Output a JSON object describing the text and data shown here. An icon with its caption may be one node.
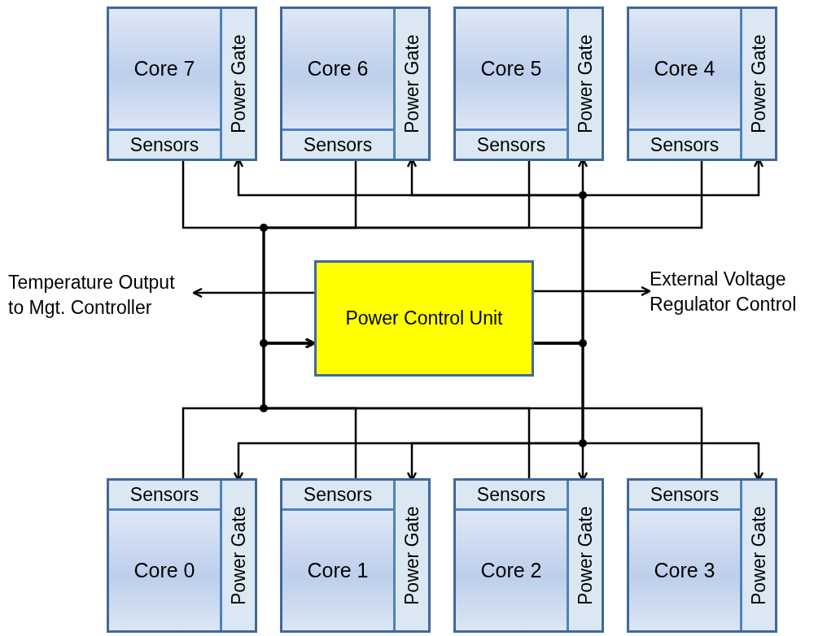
{
  "diagram": {
    "nodes": [
      {
        "text": [],
        "shape": "box"
      },
      {
        "text": [
          "Core 7"
        ],
        "in": 0
      },
      {
        "text": [
          "Sensors"
        ],
        "in": 0
      },
      {
        "text": [
          "Power Gate"
        ],
        "in": 0
      },
      {
        "text": [],
        "shape": "box"
      },
      {
        "text": [
          "Core 6"
        ],
        "in": 4
      },
      {
        "text": [
          "Sensors"
        ],
        "in": 4
      },
      {
        "text": [
          "Power Gate"
        ],
        "in": 4
      },
      {
        "text": [],
        "shape": "box"
      },
      {
        "text": [
          "Core 5"
        ],
        "in": 8
      },
      {
        "text": [
          "Sensors"
        ],
        "in": 8
      },
      {
        "text": [
          "Power Gate"
        ],
        "in": 8
      },
      {
        "text": [],
        "shape": "box"
      },
      {
        "text": [
          "Core 4"
        ],
        "in": 12
      },
      {
        "text": [
          "Sensors"
        ],
        "in": 12
      },
      {
        "text": [
          "Power Gate"
        ],
        "in": 12
      },
      {
        "text": [
          "Temperature Output to Mgt. Controller"
        ]
      },
      {
        "text": [
          "Power Control Unit"
        ]
      },
      {
        "text": [
          "External Voltage Regulator Control"
        ]
      },
      {
        "text": [],
        "shape": "box"
      },
      {
        "text": [
          "Sensors"
        ],
        "in": 19
      },
      {
        "text": [
          "Core 0"
        ],
        "in": 19
      },
      {
        "text": [
          "Power Gate"
        ],
        "in": 19
      },
      {
        "text": [],
        "shape": "box"
      },
      {
        "text": [
          "Sensors"
        ],
        "in": 23
      },
      {
        "text": [
          "Core 1"
        ],
        "in": 23
      },
      {
        "text": [
          "Power Gate"
        ],
        "in": 23
      },
      {
        "text": [],
        "shape": "box"
      },
      {
        "text": [
          "Sensors"
        ],
        "in": 27
      },
      {
        "text": [
          "Core 2"
        ],
        "in": 27
      },
      {
        "text": [
          "Power Gate"
        ],
        "in": 27
      },
      {
        "text": [],
        "shape": "box"
      },
      {
        "text": [
          "Sensors"
        ],
        "in": 31
      },
      {
        "text": [
          "Core 3"
        ],
        "in": 31
      },
      {
        "text": [
          "Power Gate"
        ],
        "in": 31
      }
    ],
    "edges": [
      {
        "from": 2,
        "to": 17,
        "arrow": "to"
      },
      {
        "from": 6,
        "to": 17,
        "arrow": "to"
      },
      {
        "from": 10,
        "to": 17,
        "arrow": "to"
      },
      {
        "from": 14,
        "to": 17,
        "arrow": "to"
      },
      {
        "from": 20,
        "to": 17,
        "arrow": "to"
      },
      {
        "from": 24,
        "to": 17,
        "arrow": "to"
      },
      {
        "from": 28,
        "to": 17,
        "arrow": "to"
      },
      {
        "from": 32,
        "to": 17,
        "arrow": "to"
      },
      {
        "from": 17,
        "to": 3,
        "arrow": "to"
      },
      {
        "from": 17,
        "to": 7,
        "arrow": "to"
      },
      {
        "from": 17,
        "to": 11,
        "arrow": "to"
      },
      {
        "from": 17,
        "to": 15,
        "arrow": "to"
      },
      {
        "from": 17,
        "to": 22,
        "arrow": "to"
      },
      {
        "from": 17,
        "to": 26,
        "arrow": "to"
      },
      {
        "from": 17,
        "to": 30,
        "arrow": "to"
      },
      {
        "from": 17,
        "to": 34,
        "arrow": "to"
      },
      {
        "from": 17,
        "to": 16,
        "arrow": "to"
      },
      {
        "from": 17,
        "to": 18,
        "arrow": "to"
      }
    ]
  }
}
